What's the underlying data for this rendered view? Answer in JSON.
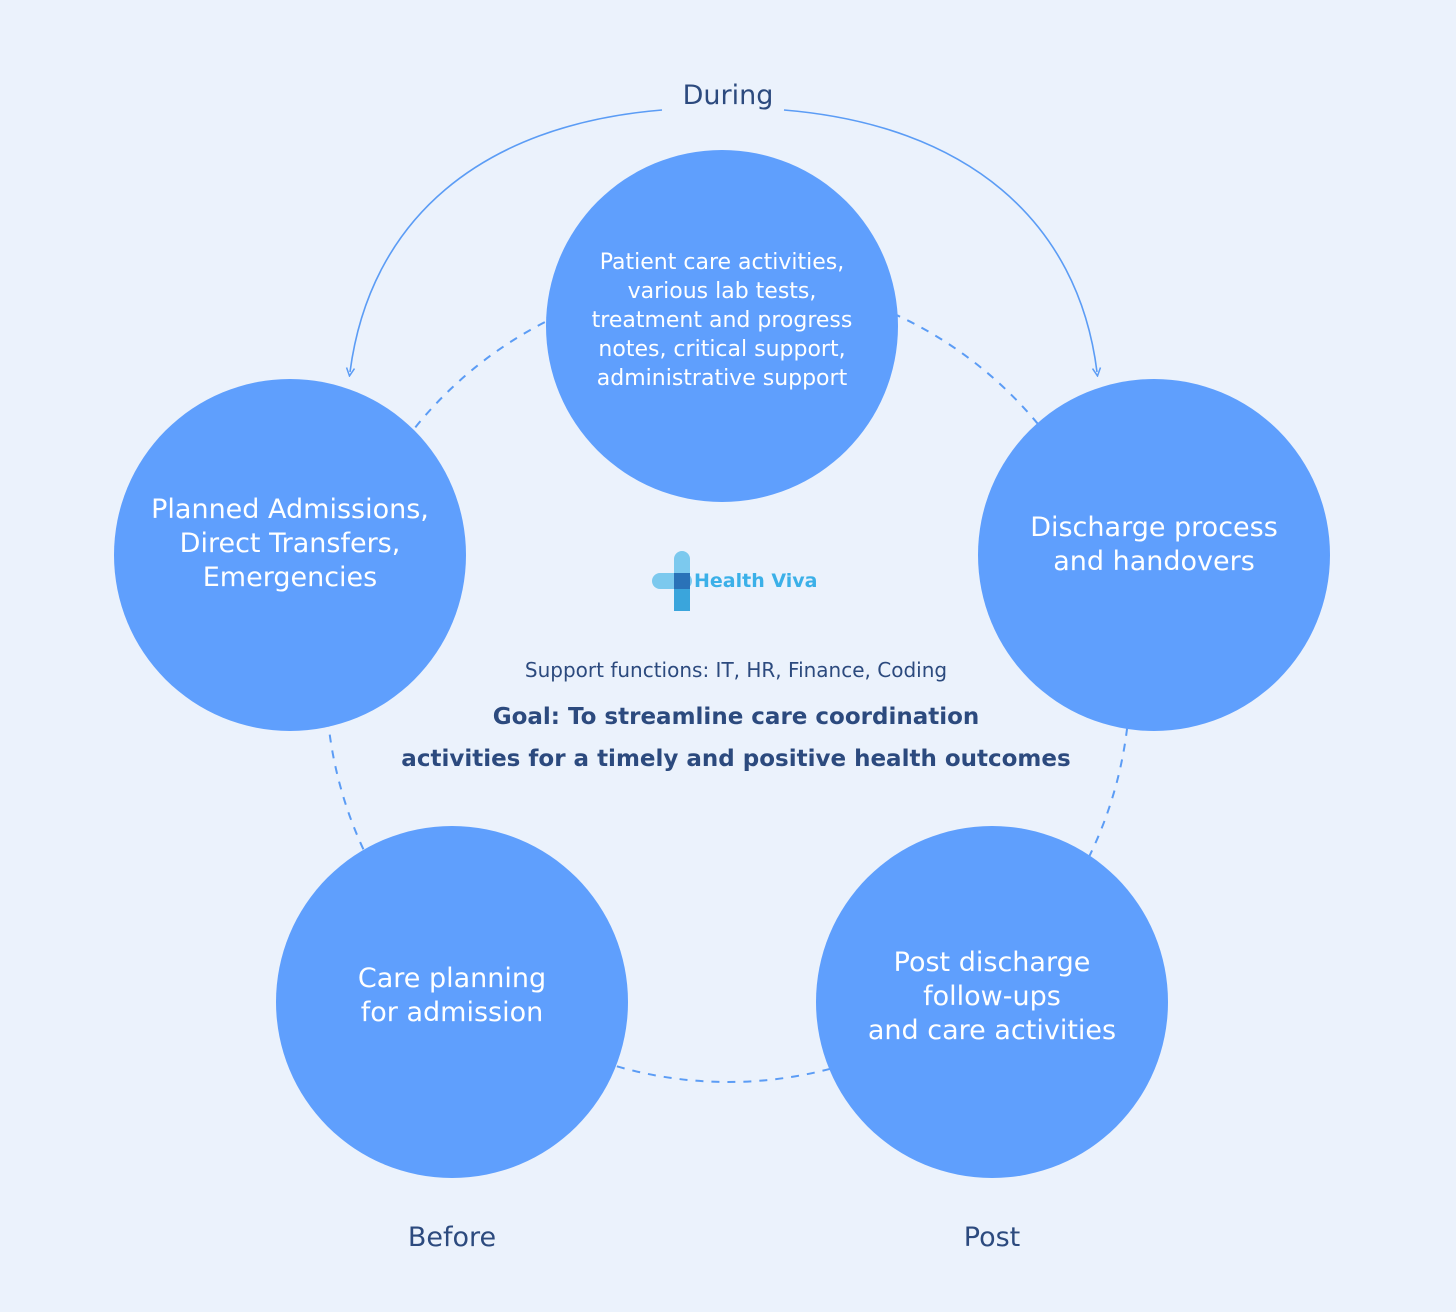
{
  "phases": {
    "during": "During",
    "before": "Before",
    "post": "Post"
  },
  "circles": {
    "top": "Patient care activities,\nvarious lab tests,\ntreatment and progress\nnotes, critical support,\nadministrative support",
    "left": "Planned Admissions,\nDirect Transfers,\nEmergencies",
    "right": "Discharge process\nand handovers",
    "bottom_left": "Care planning\nfor admission",
    "bottom_right": "Post discharge\nfollow-ups\nand care activities"
  },
  "logo": {
    "name": "Health Viva"
  },
  "center": {
    "support": "Support functions: IT, HR, Finance, Coding",
    "goal": "Goal: To streamline care coordination\nactivities for a timely and positive health outcomes"
  },
  "colors": {
    "background": "#ebf2fc",
    "circle_fill": "#5f9ffd",
    "text_dark": "#2c4a7e",
    "connector": "#5b9cf5",
    "logo_accent": "#3bb0e8"
  }
}
